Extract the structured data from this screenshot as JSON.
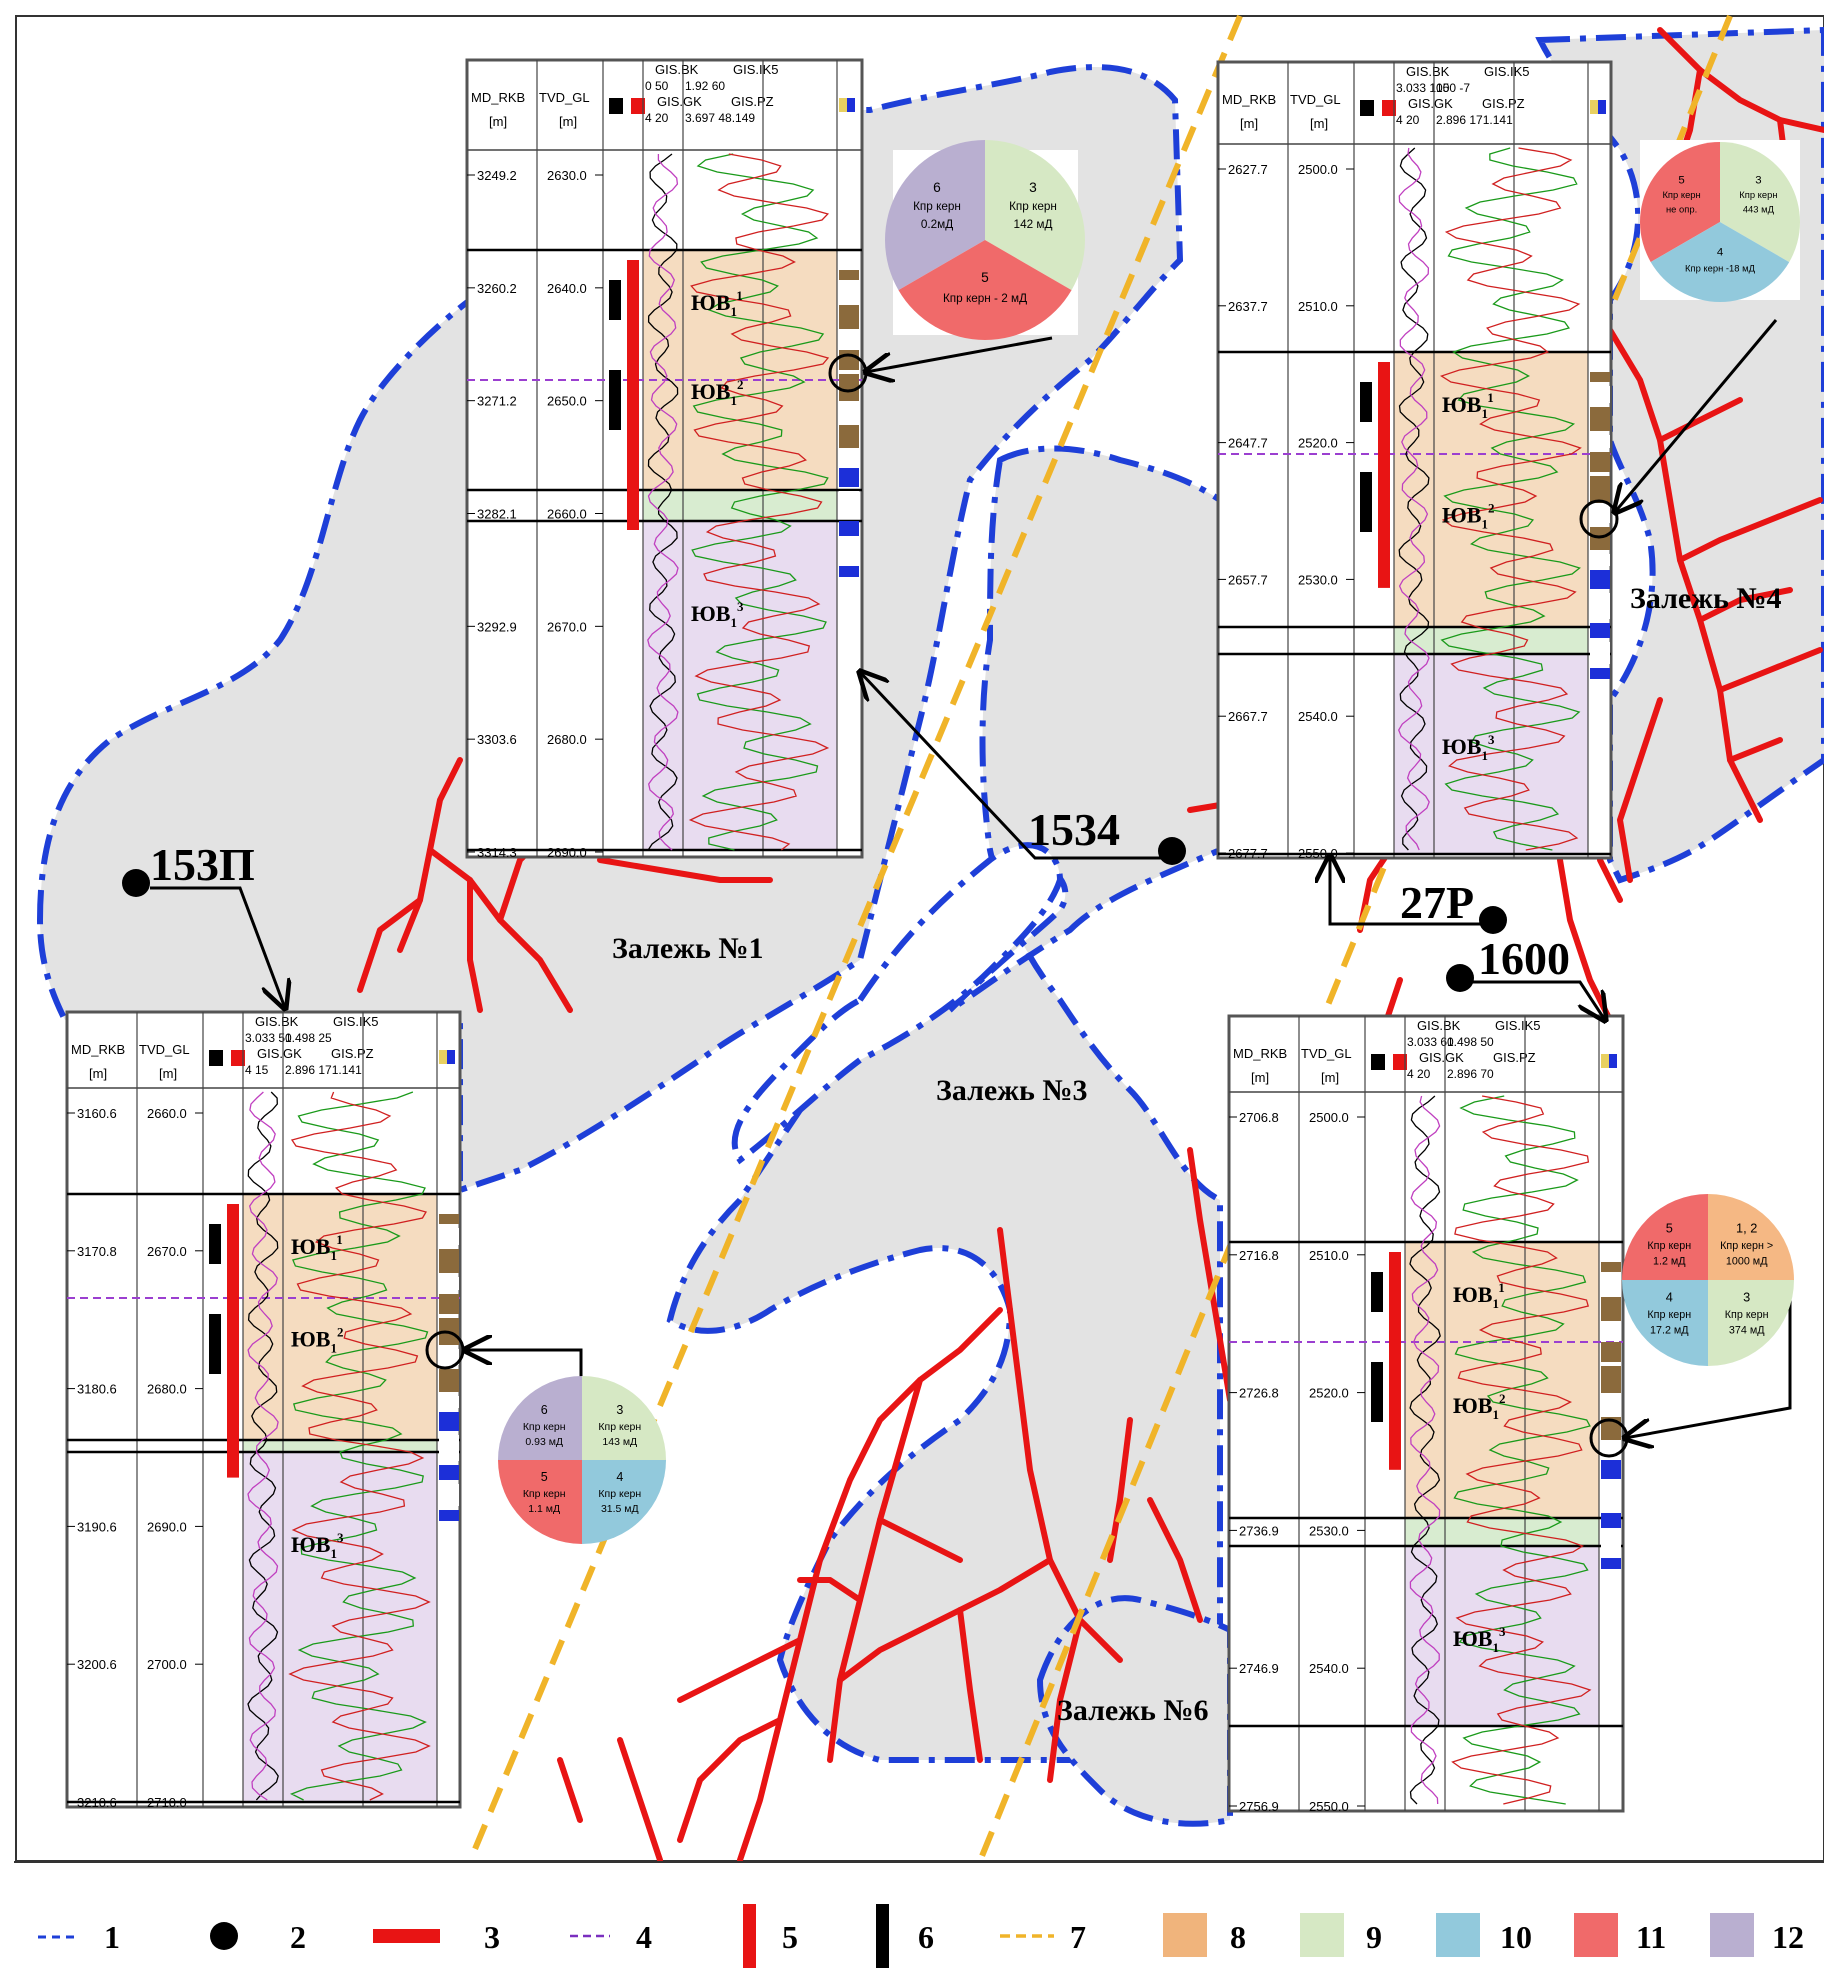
{
  "map": {
    "deposits": [
      {
        "id": "d1",
        "label": "Залежь №1"
      },
      {
        "id": "d3",
        "label": "Залежь №3"
      },
      {
        "id": "d4",
        "label": "Залежь №4"
      },
      {
        "id": "d6",
        "label": "Залежь №6"
      }
    ],
    "wells": [
      {
        "id": "w153",
        "label": "153П"
      },
      {
        "id": "w1534",
        "label": "1534"
      },
      {
        "id": "w27",
        "label": "27Р"
      },
      {
        "id": "w1600",
        "label": "1600"
      }
    ]
  },
  "logs": {
    "header": {
      "md": "MD_RKB",
      "tvd": "TVD_GL",
      "unit": "[m]",
      "bk": "GIS.BK",
      "ik5": "GIS.IK5",
      "gk": "GIS.GK",
      "pz": "GIS.PZ"
    },
    "log1534": {
      "bk_range": "0       50",
      "ik5_range": "1.92      60",
      "gk_range": "4        20",
      "pz_range": "3.697  48.149",
      "md": [
        "3249.2",
        "3260.2",
        "3271.2",
        "3282.1",
        "3292.9",
        "3303.6",
        "3314.3"
      ],
      "tvd": [
        "2630.0",
        "2640.0",
        "2650.0",
        "2660.0",
        "2670.0",
        "2680.0",
        "2690.0"
      ],
      "zones": [
        "ЮВ",
        "ЮВ",
        "ЮВ"
      ],
      "zone_sup": [
        "1",
        "2",
        "3"
      ],
      "zone_sub": "1"
    },
    "log27": {
      "bk_range": "3.033   100",
      "ik5_range": "150        -7",
      "gk_range": "4        20",
      "pz_range": "2.896  171.141",
      "md": [
        "2627.7",
        "2637.7",
        "2647.7",
        "2657.7",
        "2667.7",
        "2677.7"
      ],
      "tvd": [
        "2500.0",
        "2510.0",
        "2520.0",
        "2530.0",
        "2540.0",
        "2550.0"
      ],
      "zones": [
        "ЮВ",
        "ЮВ",
        "ЮВ"
      ],
      "zone_sup": [
        "1",
        "2",
        "3"
      ],
      "zone_sub": "1"
    },
    "log153": {
      "bk_range": "3.033    50",
      "ik5_range": "1.498      25",
      "gk_range": "4        15",
      "pz_range": "2.896  171.141",
      "md": [
        "3160.6",
        "3170.8",
        "3180.6",
        "3190.6",
        "3200.6",
        "3210.6"
      ],
      "tvd": [
        "2660.0",
        "2670.0",
        "2680.0",
        "2690.0",
        "2700.0",
        "2710.0"
      ],
      "zones": [
        "ЮВ",
        "ЮВ",
        "ЮВ"
      ],
      "zone_sup": [
        "1",
        "2",
        "3"
      ],
      "zone_sub": "1"
    },
    "log1600": {
      "bk_range": "3.033    60",
      "ik5_range": "1.498      50",
      "gk_range": "4        20",
      "pz_range": "2.896       70",
      "md": [
        "2706.8",
        "2716.8",
        "2726.8",
        "2736.9",
        "2746.9",
        "2756.9"
      ],
      "tvd": [
        "2500.0",
        "2510.0",
        "2520.0",
        "2530.0",
        "2540.0",
        "2550.0"
      ],
      "zones": [
        "ЮВ",
        "ЮВ",
        "ЮВ"
      ],
      "zone_sup": [
        "1",
        "2",
        "3"
      ],
      "zone_sub": "1"
    }
  },
  "pies": {
    "p1534": {
      "n1": "6",
      "t1a": "Кпр керн",
      "t1b": "0.2мД",
      "n2": "3",
      "t2a": "Кпр керн",
      "t2b": "142 мД",
      "n3": "5",
      "t3": "Кпр керн - 2 мД"
    },
    "p27": {
      "n1": "5",
      "t1a": "Кпр керн",
      "t1b": "не опр.",
      "n2": "3",
      "t2a": "Кпр керн",
      "t2b": "443 мД",
      "n3": "4",
      "t3": "Кпр керн -18 мД"
    },
    "p153": {
      "n1": "6",
      "t1a": "Кпр керн",
      "t1b": "0.93 мД",
      "n2": "3",
      "t2a": "Кпр керн",
      "t2b": "143 мД",
      "n3": "5",
      "t3a": "Кпр керн",
      "t3b": "1.1 мД",
      "n4": "4",
      "t4a": "Кпр керн",
      "t4b": "31.5 мД"
    },
    "p1600": {
      "n1": "5",
      "t1a": "Кпр керн",
      "t1b": "1.2 мД",
      "n2": "1, 2",
      "t2a": "Кпр керн >",
      "t2b": "1000 мД",
      "n3": "4",
      "t3a": "Кпр керн",
      "t3b": "17.2 мД",
      "n4": "3",
      "t4a": "Кпр керн",
      "t4b": "374 мД"
    }
  },
  "legend": {
    "items": [
      "1",
      "2",
      "3",
      "4",
      "5",
      "6",
      "7",
      "8",
      "9",
      "10",
      "11",
      "12"
    ]
  },
  "colors": {
    "deposit_fill": "#e3e3e3",
    "boundary": "#1e3fd8",
    "fault": "#e81414",
    "axis": "#f0b429",
    "zone1": "#f5dcc0",
    "zone2": "#d8ecd0",
    "zone3": "#e8dcf0",
    "cap": "#d8f0d8",
    "pie_a": "#b9afd0",
    "pie_b": "#d6e8c4",
    "pie_c": "#f06a6a",
    "pie_d": "#92c9dc"
  }
}
